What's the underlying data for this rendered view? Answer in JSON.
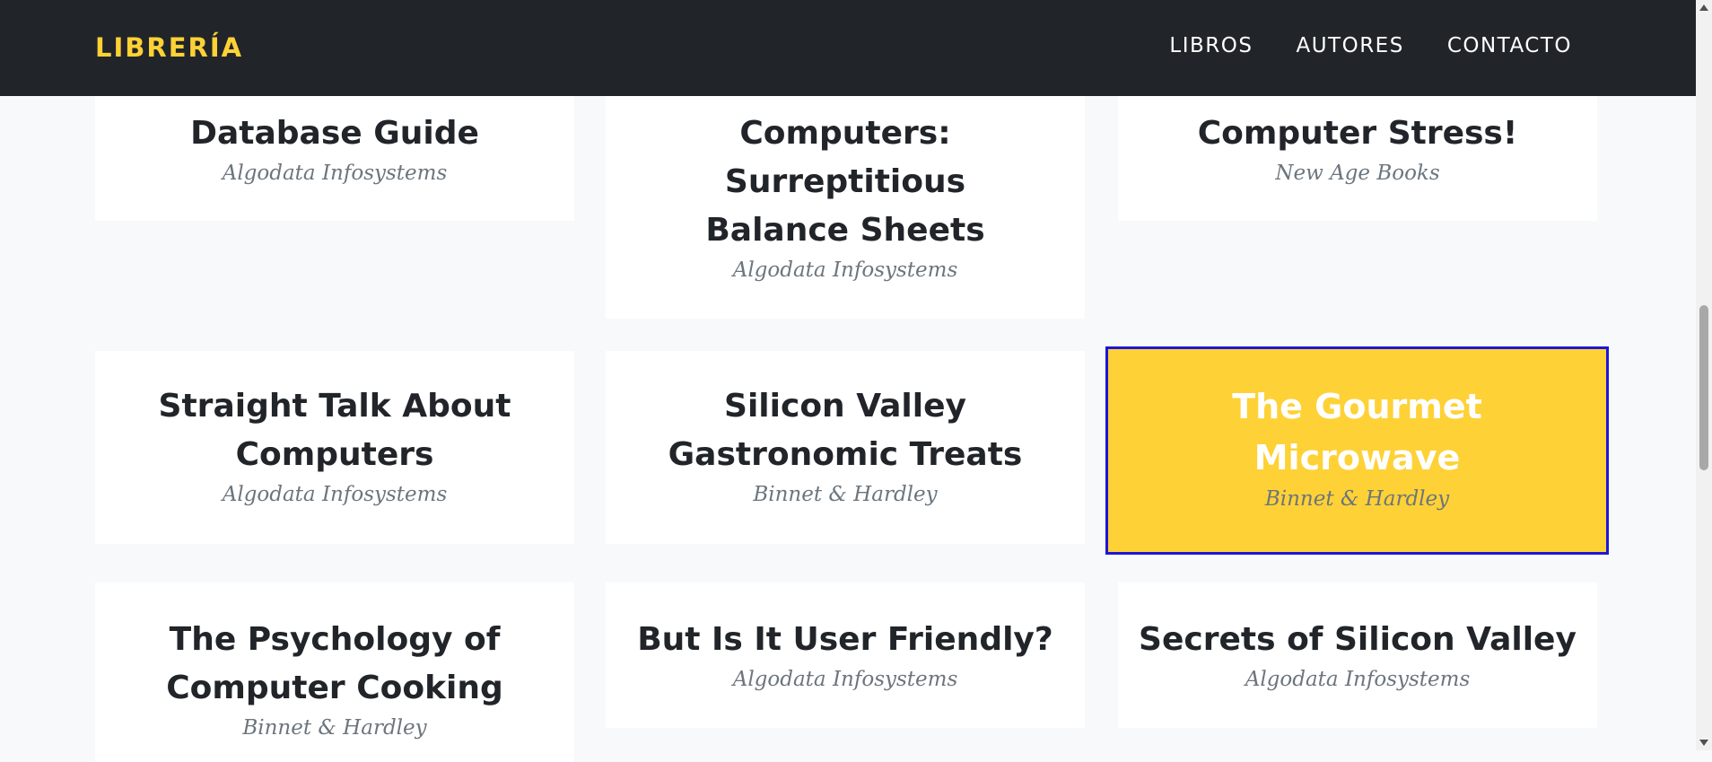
{
  "navbar": {
    "brand": "LIBRERÍA",
    "links": [
      "LIBROS",
      "AUTORES",
      "CONTACTO"
    ]
  },
  "cards": [
    {
      "title": "Database Guide",
      "publisher": "Algodata Infosystems"
    },
    {
      "title": "Computers: Surreptitious Balance Sheets",
      "publisher": "Algodata Infosystems"
    },
    {
      "title": "Computer Stress!",
      "publisher": "New Age Books"
    },
    {
      "title": "Straight Talk About Computers",
      "publisher": "Algodata Infosystems"
    },
    {
      "title": "Silicon Valley Gastronomic Treats",
      "publisher": "Binnet & Hardley"
    },
    {
      "title": "The Gourmet Microwave",
      "publisher": "Binnet & Hardley",
      "highlighted": true
    },
    {
      "title": "The Psychology of Computer Cooking",
      "publisher": "Binnet & Hardley"
    },
    {
      "title": "But Is It User Friendly?",
      "publisher": "Algodata Infosystems"
    },
    {
      "title": "Secrets of Silicon Valley",
      "publisher": "Algodata Infosystems"
    }
  ],
  "colors": {
    "navbar_bg": "#212529",
    "brand": "#fed136",
    "highlight_bg": "#fed136",
    "highlight_border": "#1c16d6",
    "page_bg": "#f8f9fa"
  }
}
